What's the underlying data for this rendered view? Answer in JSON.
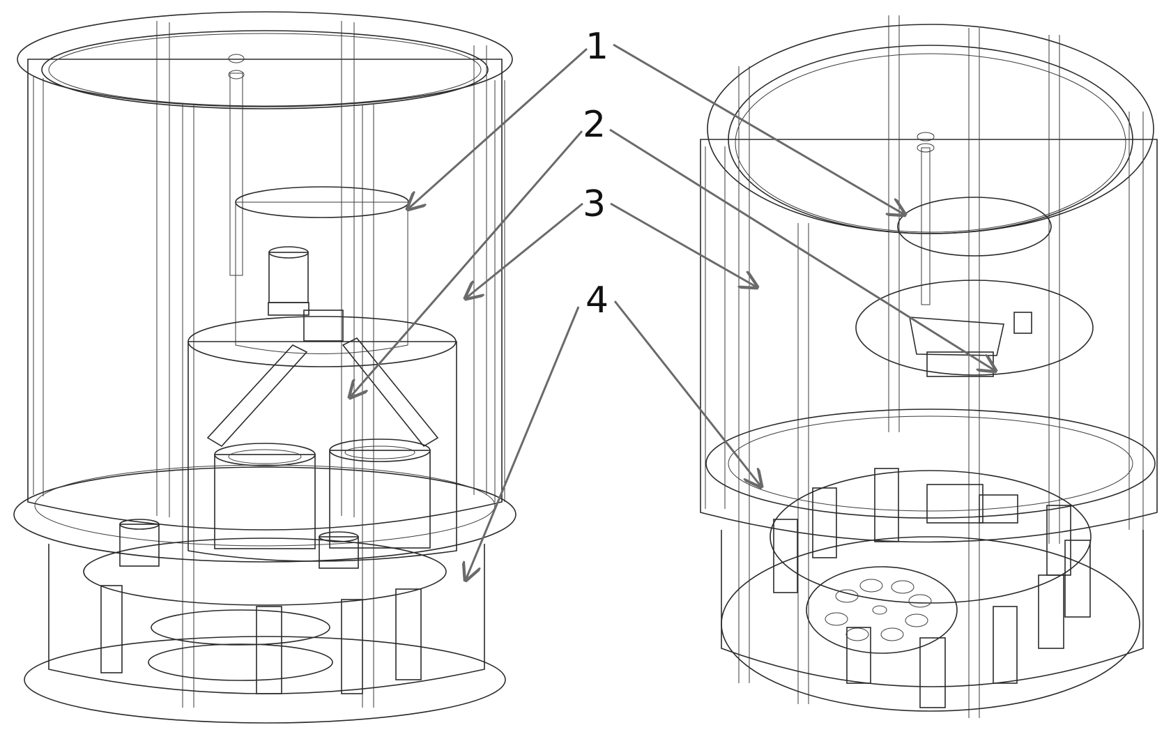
{
  "labels": [
    {
      "id": "1",
      "text": "1"
    },
    {
      "id": "2",
      "text": "2"
    },
    {
      "id": "3",
      "text": "3"
    },
    {
      "id": "4",
      "text": "4"
    }
  ],
  "colors": {
    "background": "#ffffff",
    "shell_fill": "#bdbdbd",
    "shell_stroke": "#2a2a2a",
    "dark_part": "#4a4a4a",
    "leader": "#6a6a6a"
  }
}
